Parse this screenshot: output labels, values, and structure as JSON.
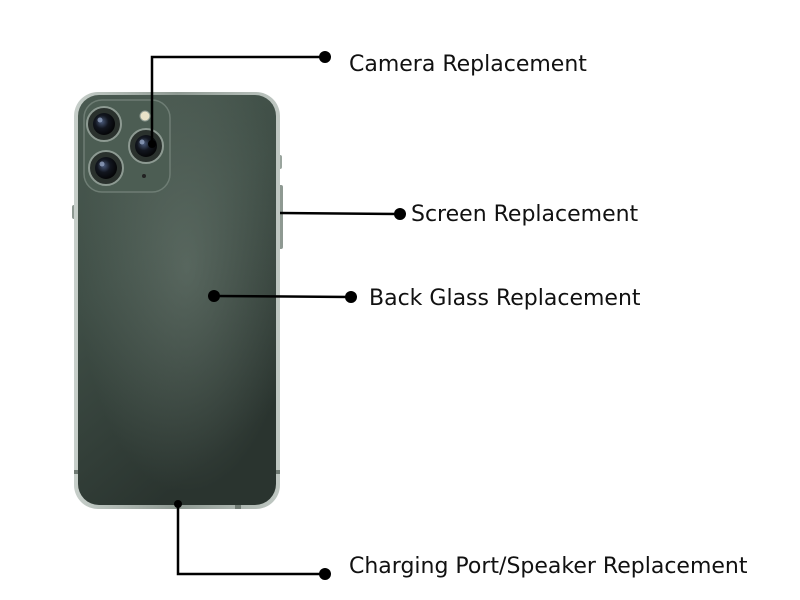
{
  "labels": {
    "camera": "Camera Replacement",
    "screen": "Screen Replacement",
    "back_glass": "Back Glass Replacement",
    "charging": "Charging Port/Speaker Replacement"
  },
  "colors": {
    "phone_body": "#3f4d45",
    "phone_frame": "#9aa59e",
    "line": "#000000",
    "text": "#111111"
  }
}
